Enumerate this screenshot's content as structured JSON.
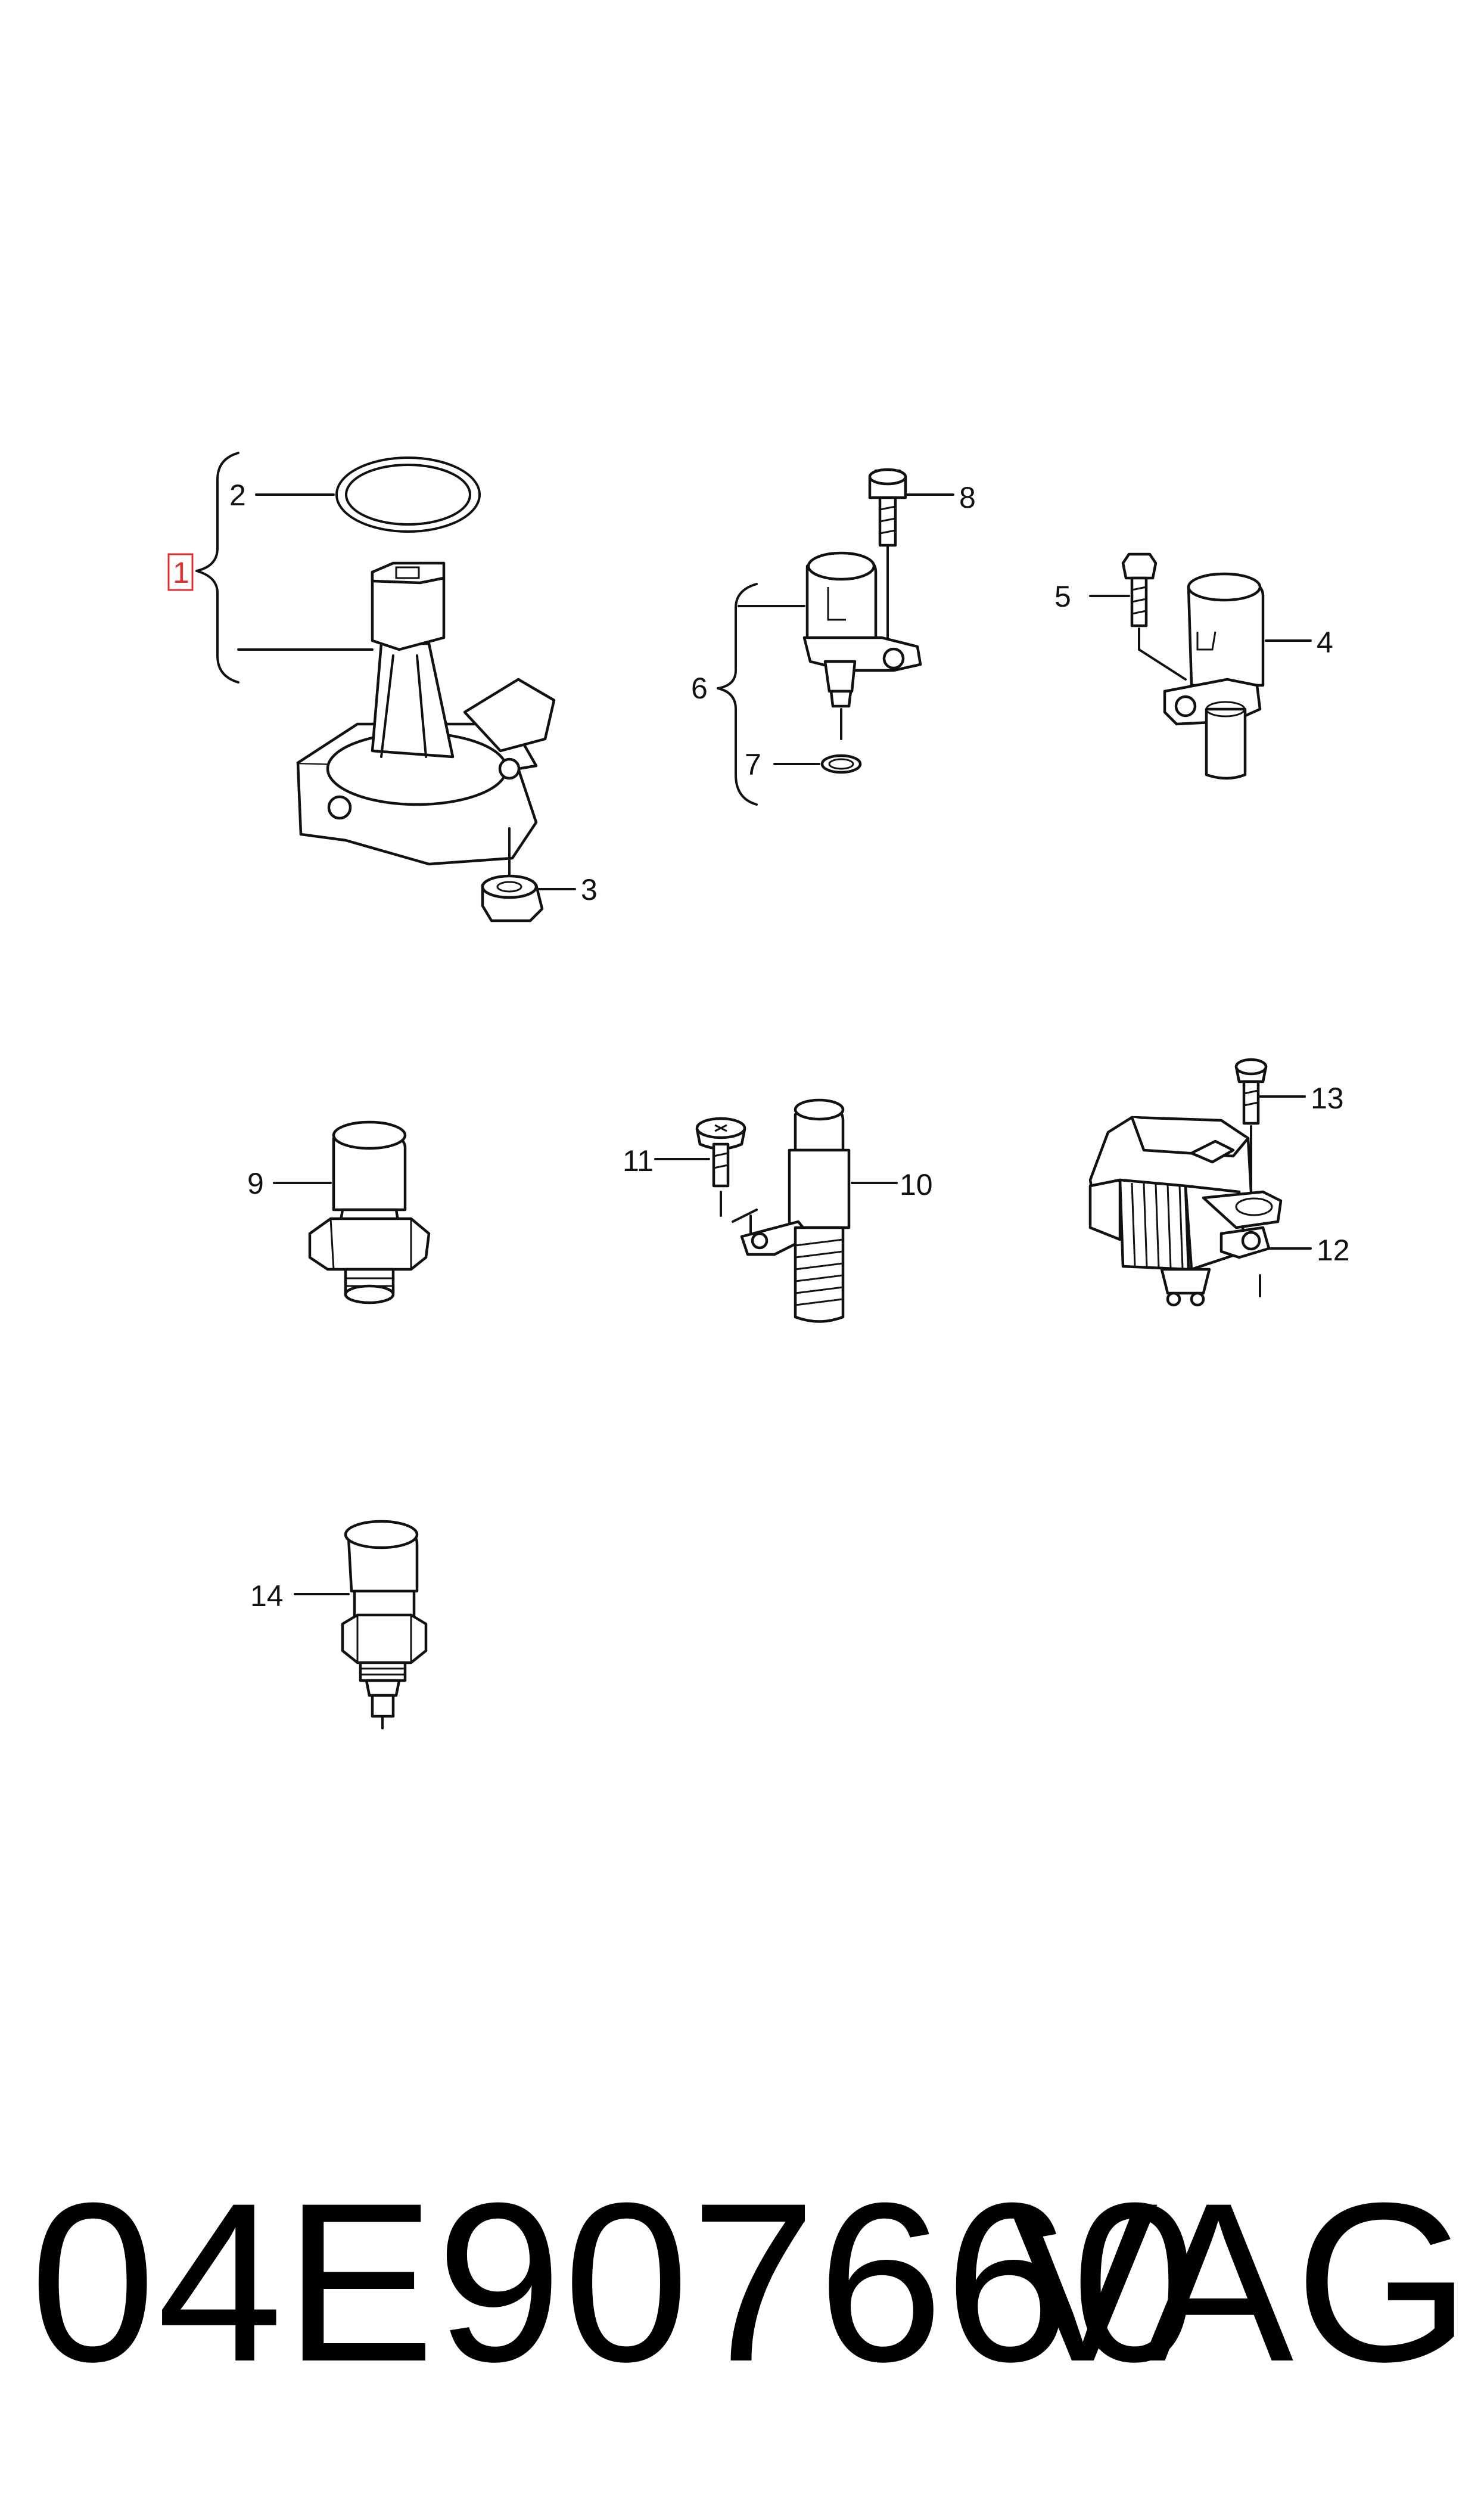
{
  "diagram": {
    "callouts": {
      "c1": "1",
      "c2": "2",
      "c3": "3",
      "c4": "4",
      "c5": "5",
      "c6": "6",
      "c7": "7",
      "c8": "8",
      "c9": "9",
      "c10": "10",
      "c11": "11",
      "c12": "12",
      "c13": "13",
      "c14": "14"
    },
    "highlight_color": "#e03030",
    "line_color": "#111111"
  },
  "footer": {
    "part_number": "04E907660",
    "brand": "VAG"
  }
}
